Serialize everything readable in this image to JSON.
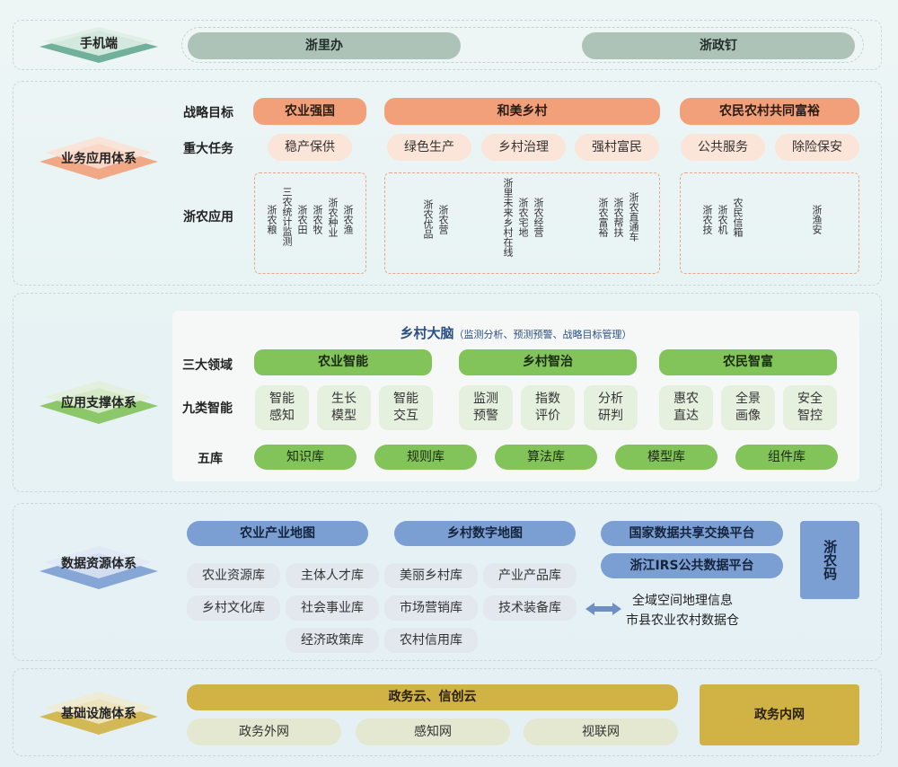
{
  "colors": {
    "mobile_layer": "#5aa58c",
    "business_layer": "#f2a07a",
    "support_layer": "#82c35a",
    "data_layer": "#7b9fd3",
    "infra_layer": "#d0b245"
  },
  "mobile": {
    "label": "手机端",
    "apps": [
      "浙里办",
      "浙政钉"
    ]
  },
  "business": {
    "label": "业务应用体系",
    "row_goals": "战略目标",
    "row_tasks": "重大任务",
    "row_apps": "浙农应用",
    "goals": [
      "农业强国",
      "和美乡村",
      "农民农村共同富裕"
    ],
    "tasks": [
      "稳产保供",
      "绿色生产",
      "乡村治理",
      "强村富民",
      "公共服务",
      "除险保安"
    ],
    "apps_group1": [
      "浙农粮",
      "三农统计监测",
      "浙农田",
      "浙农牧",
      "浙农种业",
      "浙农渔"
    ],
    "apps_group2": [
      "浙农优品",
      "浙农营",
      "浙里未来乡村在线",
      "浙农宅地",
      "浙农经营",
      "浙农富裕",
      "浙农帮扶",
      "浙农直通车"
    ],
    "apps_group3": [
      "浙农技",
      "浙农机",
      "农民信箱",
      "浙渔安"
    ]
  },
  "support": {
    "label": "应用支撑体系",
    "brain_title": "乡村大脑",
    "brain_subtitle": "（监测分析、预测预警、战略目标管理）",
    "row_domains": "三大领域",
    "row_intel": "九类智能",
    "row_libs": "五库",
    "domains": [
      "农业智能",
      "乡村智治",
      "农民智富"
    ],
    "intel": [
      "智能\n感知",
      "生长\n模型",
      "智能\n交互",
      "监测\n预警",
      "指数\n评价",
      "分析\n研判",
      "惠农\n直达",
      "全景\n画像",
      "安全\n智控"
    ],
    "libs": [
      "知识库",
      "规则库",
      "算法库",
      "模型库",
      "组件库"
    ]
  },
  "data": {
    "label": "数据资源体系",
    "maps": [
      "农业产业地图",
      "乡村数字地图"
    ],
    "platforms": [
      "国家数据共享交换平台",
      "浙江IRS公共数据平台"
    ],
    "zhenong_code": "浙农码",
    "libs": [
      "农业资源库",
      "主体人才库",
      "美丽乡村库",
      "产业产品库",
      "乡村文化库",
      "社会事业库",
      "市场营销库",
      "技术装备库",
      "经济政策库",
      "农村信用库"
    ],
    "side_text": [
      "全域空间地理信息",
      "市县农业农村数据仓"
    ]
  },
  "infra": {
    "label": "基础设施体系",
    "cloud": "政务云、信创云",
    "intranet": "政务内网",
    "networks": [
      "政务外网",
      "感知网",
      "视联网"
    ]
  }
}
